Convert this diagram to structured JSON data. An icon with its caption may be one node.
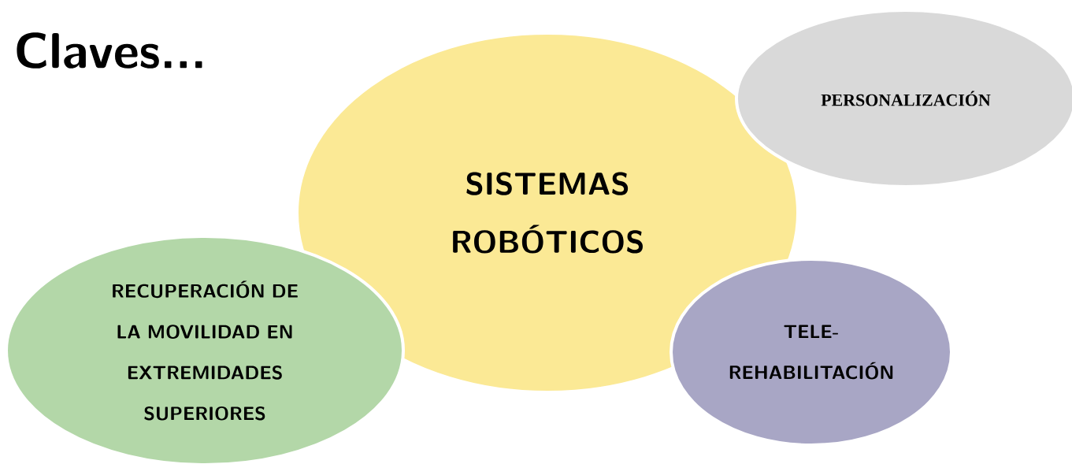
{
  "diagram": {
    "title": "Claves...",
    "nodes": [
      {
        "text": [
          "SISTEMAS ROBÓTICOS"
        ]
      },
      {
        "text": [
          "PERSONALIZACIÓN"
        ]
      },
      {
        "text": [
          "RECUPERACIÓN DE LA MOVILIDAD EN EXTREMIDADES SUPERIORES"
        ]
      },
      {
        "text": [
          "TELE-REHABILITACIÓN"
        ]
      }
    ]
  }
}
